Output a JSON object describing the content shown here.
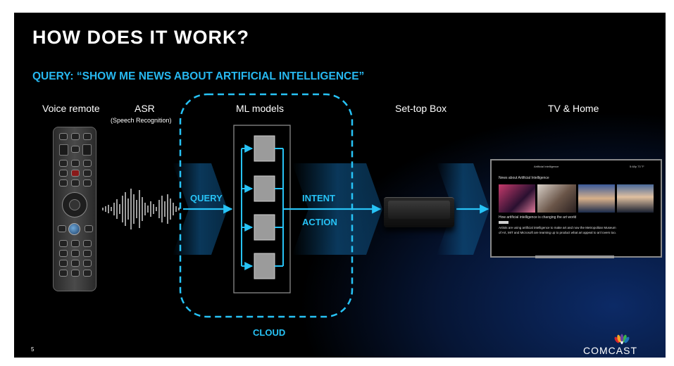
{
  "title": "HOW DOES IT WORK?",
  "query": "QUERY: “SHOW ME NEWS ABOUT ARTIFICIAL INTELLIGENCE”",
  "labels": {
    "voice_remote": "Voice remote",
    "asr": "ASR",
    "asr_sub": "(Speech Recognition)",
    "ml_models": "ML models",
    "set_top_box": "Set-top Box",
    "tv_home": "TV & Home"
  },
  "flow": {
    "query": "QUERY",
    "intent": "INTENT",
    "action": "ACTION",
    "cloud": "CLOUD"
  },
  "tv_screen": {
    "header": "Artificial Intelligence",
    "clock": "5:48p  73 °F",
    "section": "News about Artificial Intelligence",
    "headline": "How artificial intelligence is changing the art world",
    "body_line1": "Artists are using artificial intelligence to make art and now the Metropolitan Museum",
    "body_line2": "of Art, MIT and Microsoft are teaming up to product what art appeal to art lovers too."
  },
  "page_number": "5",
  "brand": "COMCAST",
  "colors": {
    "accent_blue": "#27b8f0",
    "background": "#000000",
    "text": "#ffffff"
  }
}
